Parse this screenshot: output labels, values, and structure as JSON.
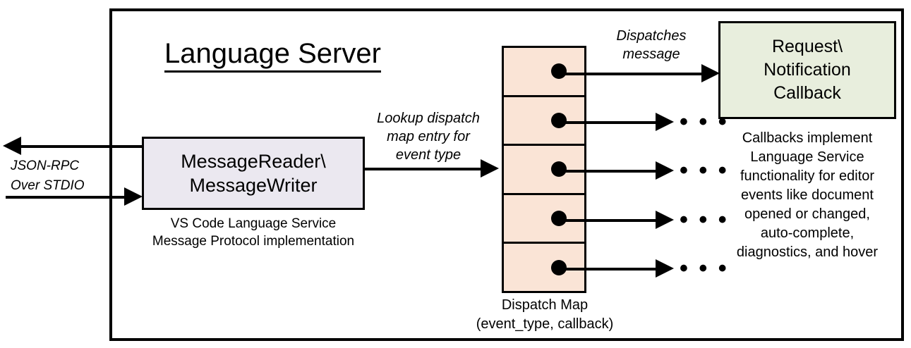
{
  "diagram": {
    "title": "Language Server",
    "frame_label": "language-server-boundary"
  },
  "reader_node": {
    "line1": "MessageReader\\",
    "line2": "MessageWriter",
    "fill_color": "#ebe8f0",
    "caption_line1": "VS Code Language Service",
    "caption_line2": "Message Protocol implementation"
  },
  "callback_node": {
    "line1": "Request\\",
    "line2": "Notification",
    "line3": "Callback",
    "fill_color": "#e8eedd",
    "caption": "Callbacks implement\nLanguage Service\nfunctionality for editor\nevents like document\nopened or changed,\nauto-complete,\ndiagnostics, and hover"
  },
  "dispatch_map": {
    "fill_color": "#fae4d6",
    "cell_count": 5,
    "caption_line1": "Dispatch Map",
    "caption_line2": "(event_type, callback)",
    "rows": [
      {
        "dot": "●",
        "target": "Request\\Notification Callback"
      },
      {
        "dot": "●",
        "target": "..."
      },
      {
        "dot": "●",
        "target": "..."
      },
      {
        "dot": "●",
        "target": "..."
      },
      {
        "dot": "●",
        "target": "..."
      }
    ]
  },
  "edge_labels": {
    "jsonrpc": "JSON-RPC\nOver STDIO",
    "lookup": "Lookup dispatch\nmap entry for\nevent type",
    "dispatches": "Dispatches\nmessage",
    "ellipsis": "• • •"
  }
}
